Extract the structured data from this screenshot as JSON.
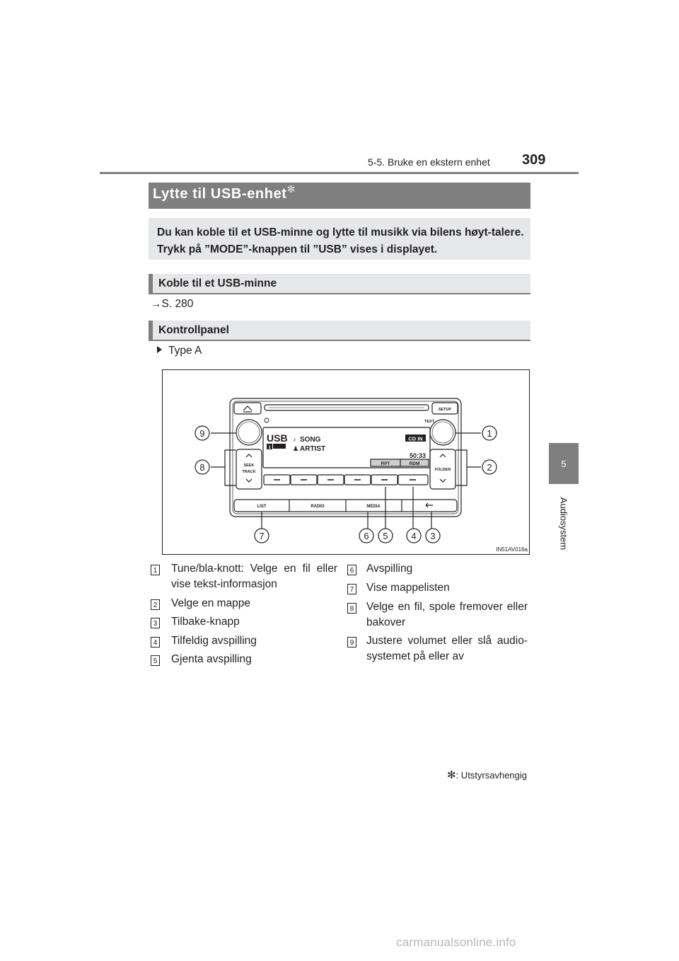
{
  "header": {
    "section": "5-5. Bruke en ekstern enhet",
    "page_number": "309"
  },
  "side_tab": {
    "chapter_number": "5",
    "chapter_label": "Audiosystem"
  },
  "title": {
    "text": "Lytte til USB-enhet",
    "mark": "✻"
  },
  "intro": "Du kan koble til et USB-minne og lytte til musikk via bilens høyt-talere. Trykk på ”MODE”-knappen til ”USB” vises i displayet.",
  "section_connect": {
    "heading": "Koble til et USB-minne",
    "reference": "→S. 280"
  },
  "section_panel": {
    "heading": "Kontrollpanel",
    "type_label": "Type A"
  },
  "figure": {
    "code": "IN51AV016a",
    "display": {
      "source": "USB",
      "cd_in": "CD IN",
      "song": "SONG",
      "artist": "ARTIST",
      "time": "50:33",
      "rpt": "RPT",
      "rdm": "RDM",
      "disc": "1"
    },
    "buttons": {
      "setup": "SETUP",
      "text": "TEXT",
      "seek": "SEEK",
      "track": "TRACK",
      "folder": "FOLDER",
      "list": "LIST",
      "radio": "RADIO",
      "media": "MEDIA"
    },
    "callouts": [
      "1",
      "2",
      "3",
      "4",
      "5",
      "6",
      "7",
      "8",
      "9"
    ]
  },
  "legend_left": [
    {
      "num": "1",
      "text": "Tune/bla-knott: Velge en fil eller vise tekst-informasjon"
    },
    {
      "num": "2",
      "text": "Velge en mappe"
    },
    {
      "num": "3",
      "text": "Tilbake-knapp"
    },
    {
      "num": "4",
      "text": "Tilfeldig avspilling"
    },
    {
      "num": "5",
      "text": "Gjenta avspilling"
    }
  ],
  "legend_right": [
    {
      "num": "6",
      "text": "Avspilling"
    },
    {
      "num": "7",
      "text": "Vise mappelisten"
    },
    {
      "num": "8",
      "text": "Velge en fil, spole fremover eller bakover"
    },
    {
      "num": "9",
      "text": "Justere volumet eller slå audio-systemet på eller av"
    }
  ],
  "footnote": {
    "mark": "✻",
    "text": ": Utstyrsavhengig"
  },
  "watermark": "carmanualsonline.info"
}
